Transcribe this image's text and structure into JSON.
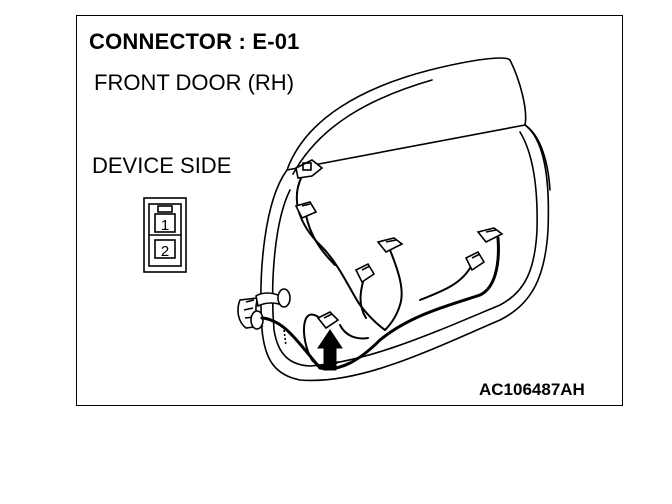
{
  "title": "CONNECTOR : E-01",
  "subtitle": "FRONT DOOR (RH)",
  "device_side_label": "DEVICE SIDE",
  "connector_pins": [
    "1",
    "2"
  ],
  "figure_code": "AC106487AH"
}
